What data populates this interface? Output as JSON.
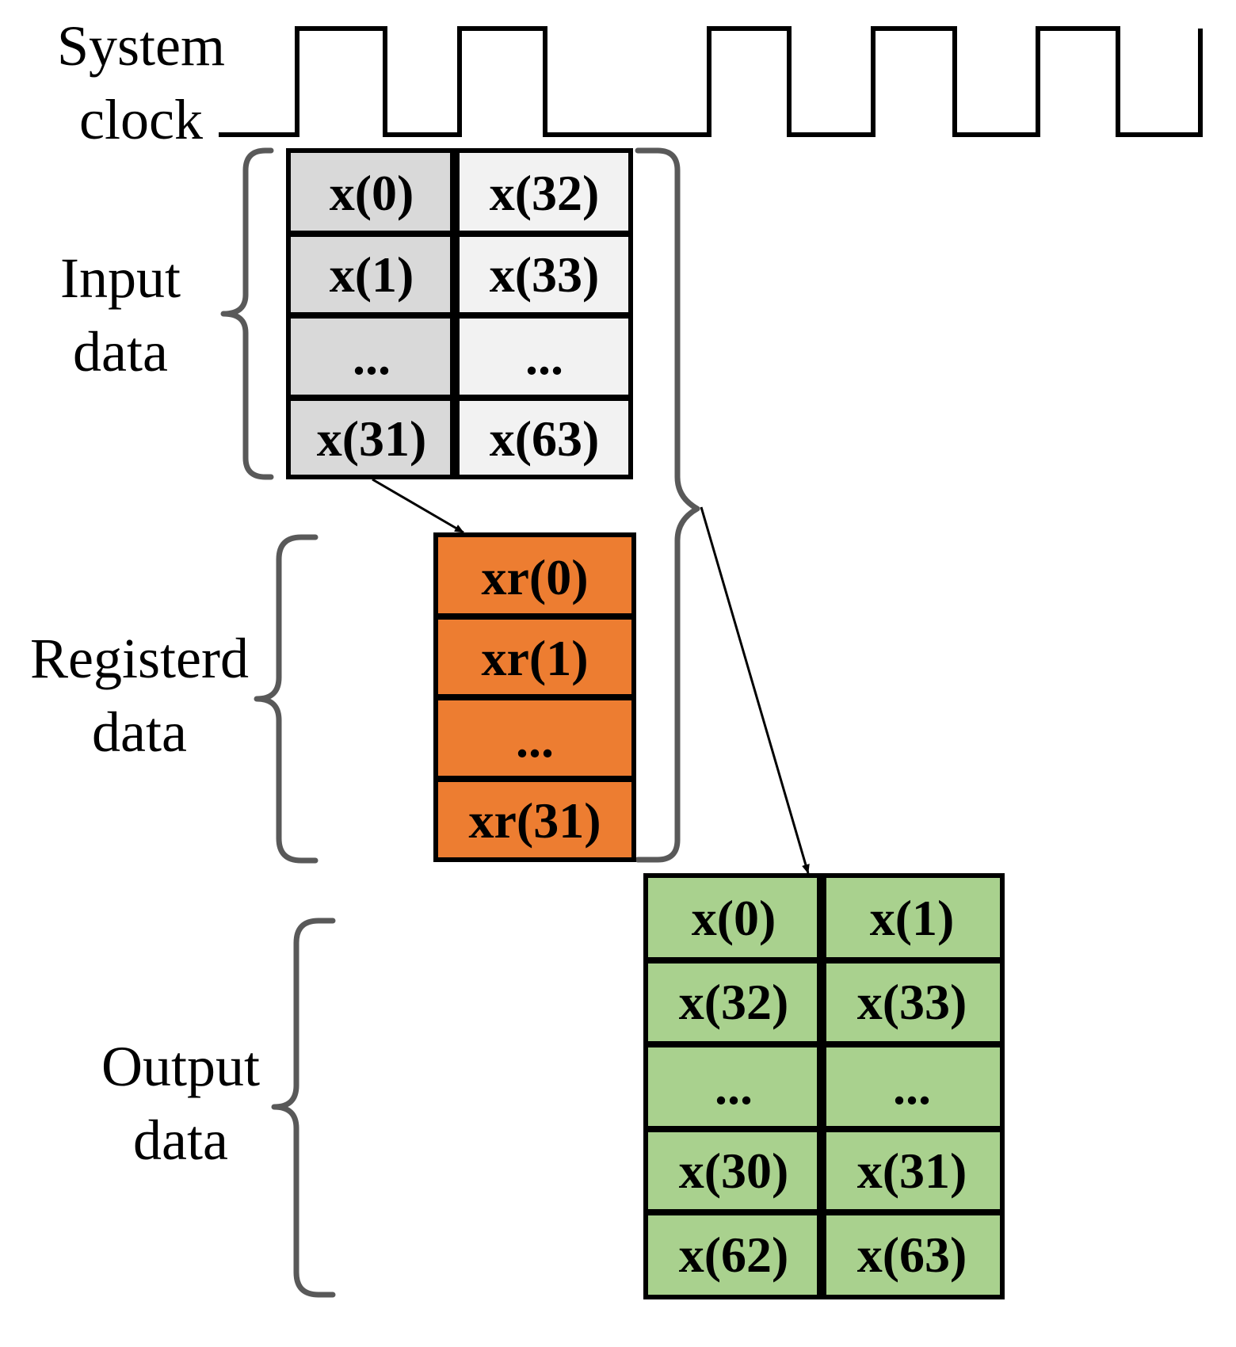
{
  "labels": {
    "clock": [
      "System",
      "clock"
    ],
    "input": [
      "Input",
      "data"
    ],
    "registered": [
      "Registerd",
      "data"
    ],
    "output": [
      "Output",
      "data"
    ]
  },
  "input_table": {
    "left_column": [
      "x(0)",
      "x(1)",
      "...",
      "x(31)"
    ],
    "right_column": [
      "x(32)",
      "x(33)",
      "...",
      "x(63)"
    ]
  },
  "register_table": {
    "column": [
      "xr(0)",
      "xr(1)",
      "...",
      "xr(31)"
    ]
  },
  "output_table": {
    "left_column": [
      "x(0)",
      "x(32)",
      "...",
      "x(30)",
      "x(62)"
    ],
    "right_column": [
      "x(1)",
      "x(33)",
      "...",
      "x(31)",
      "x(63)"
    ]
  },
  "colors": {
    "input_left_fill": "#d9d9d9",
    "input_right_fill": "#f2f2f2",
    "register_fill": "#ed7d31",
    "output_fill": "#a9d18e",
    "brace": "#595959",
    "border": "#000000"
  }
}
